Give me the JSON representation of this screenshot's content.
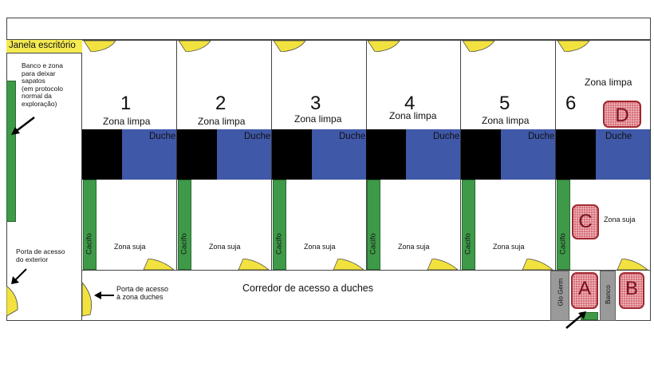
{
  "title_bar": {
    "label": "Janela escritório"
  },
  "left_notes": {
    "bench_lines": [
      "Banco e zona",
      "para deixar",
      "sapatos",
      "(em protocolo",
      "normal da",
      "exploração)"
    ],
    "exterior_lines": [
      "Porta de acesso",
      "do exterior"
    ]
  },
  "cells": [
    {
      "number": "1",
      "clean": "Zona limpa",
      "shower": "Duche",
      "dirty": "Zona suja",
      "locker": "Cacifo"
    },
    {
      "number": "2",
      "clean": "Zona limpa",
      "shower": "Duche",
      "dirty": "Zona suja",
      "locker": "Cacifo"
    },
    {
      "number": "3",
      "clean": "Zona limpa",
      "shower": "Duche",
      "dirty": "Zona suja",
      "locker": "Cacifo"
    },
    {
      "number": "4",
      "clean": "Zona limpa",
      "shower": "Duche",
      "dirty": "Zona suja",
      "locker": "Cacifo"
    },
    {
      "number": "5",
      "clean": "Zona limpa",
      "shower": "Duche",
      "dirty": "Zona suja",
      "locker": "Cacifo"
    },
    {
      "number": "6",
      "clean": "Zona limpa",
      "shower": "Duche",
      "dirty": "Zona suja",
      "locker": "Cacifo"
    }
  ],
  "corridor": {
    "label": "Corredor de acesso a duches",
    "door_lines": [
      "Porta de acesso",
      "à zona duches"
    ]
  },
  "markers": {
    "a": "A",
    "b": "B",
    "c": "C",
    "d": "D"
  },
  "glo_germ": "Glo Germ",
  "banco": "Banco",
  "colors": {
    "shower_blue": "#3f58a8",
    "dark_block": "#000000",
    "locker_green": "#3e9a48",
    "door_yellow": "#f2e23f",
    "marker_fill": "#d9707a",
    "marker_border": "#a1272f",
    "grey_block": "#9a9a9a",
    "title_yellow": "#f4ea52"
  }
}
